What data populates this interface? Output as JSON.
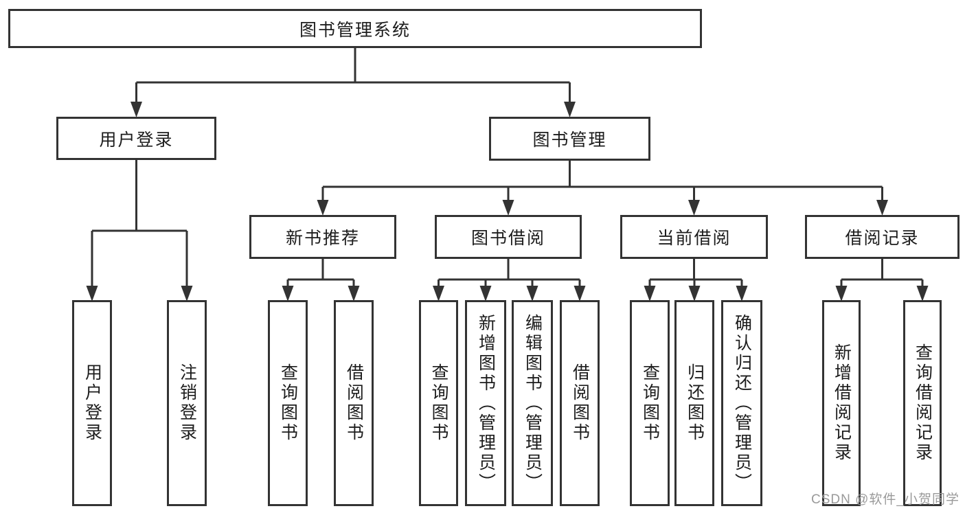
{
  "diagram": {
    "root": {
      "label": "图书管理系统"
    },
    "branches": [
      {
        "label": "用户登录",
        "children": [
          {
            "label": "用户登录"
          },
          {
            "label": "注销登录"
          }
        ]
      },
      {
        "label": "图书管理",
        "children": [
          {
            "label": "新书推荐",
            "children": [
              {
                "label": "查询图书"
              },
              {
                "label": "借阅图书"
              }
            ]
          },
          {
            "label": "图书借阅",
            "children": [
              {
                "label": "查询图书"
              },
              {
                "label": "新增图书（管理员）"
              },
              {
                "label": "编辑图书（管理员）"
              },
              {
                "label": "借阅图书"
              }
            ]
          },
          {
            "label": "当前借阅",
            "children": [
              {
                "label": "查询图书"
              },
              {
                "label": "归还图书"
              },
              {
                "label": "确认归还（管理员）"
              }
            ]
          },
          {
            "label": "借阅记录",
            "children": [
              {
                "label": "新增借阅记录"
              },
              {
                "label": "查询借阅记录"
              }
            ]
          }
        ]
      }
    ],
    "watermark": "CSDN @软件_小贺同学",
    "colors": {
      "line": "#333333",
      "text": "#1c1c1c",
      "watermark": "#9a9a9a",
      "background": "#ffffff"
    }
  }
}
